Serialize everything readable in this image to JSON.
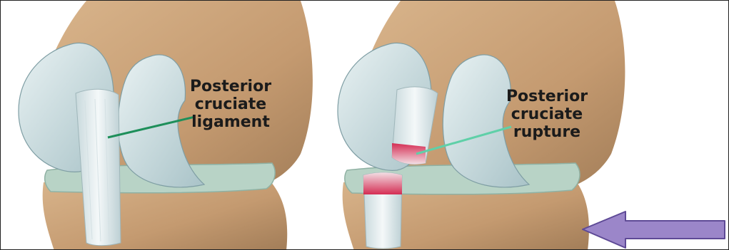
{
  "labels": {
    "left": [
      "Posterior",
      "cruciate",
      "ligament"
    ],
    "right": [
      "Posterior",
      "cruciate",
      "rupture"
    ]
  },
  "colors": {
    "bone": "#c8a27a",
    "bone_shadow": "#9c7a56",
    "cartilage": "#cfe0e2",
    "meniscus": "#b8d3c6",
    "ligament": "#e6eef0",
    "rupture": "#d4234b",
    "pointer_line_left": "#1e8f5a",
    "pointer_line_right": "#5fd0a8",
    "arrow_fill": "#9b86c9",
    "arrow_stroke": "#5e4a96"
  },
  "icons": {
    "arrow": "left-arrow-icon"
  }
}
